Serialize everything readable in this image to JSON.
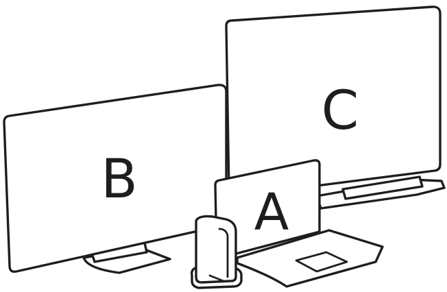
{
  "diagram": {
    "labels": {
      "laptop": "A",
      "left_monitor": "B",
      "right_monitor": "C"
    },
    "colors": {
      "line": "#1e1e1e",
      "fill": "#ffffff"
    }
  }
}
